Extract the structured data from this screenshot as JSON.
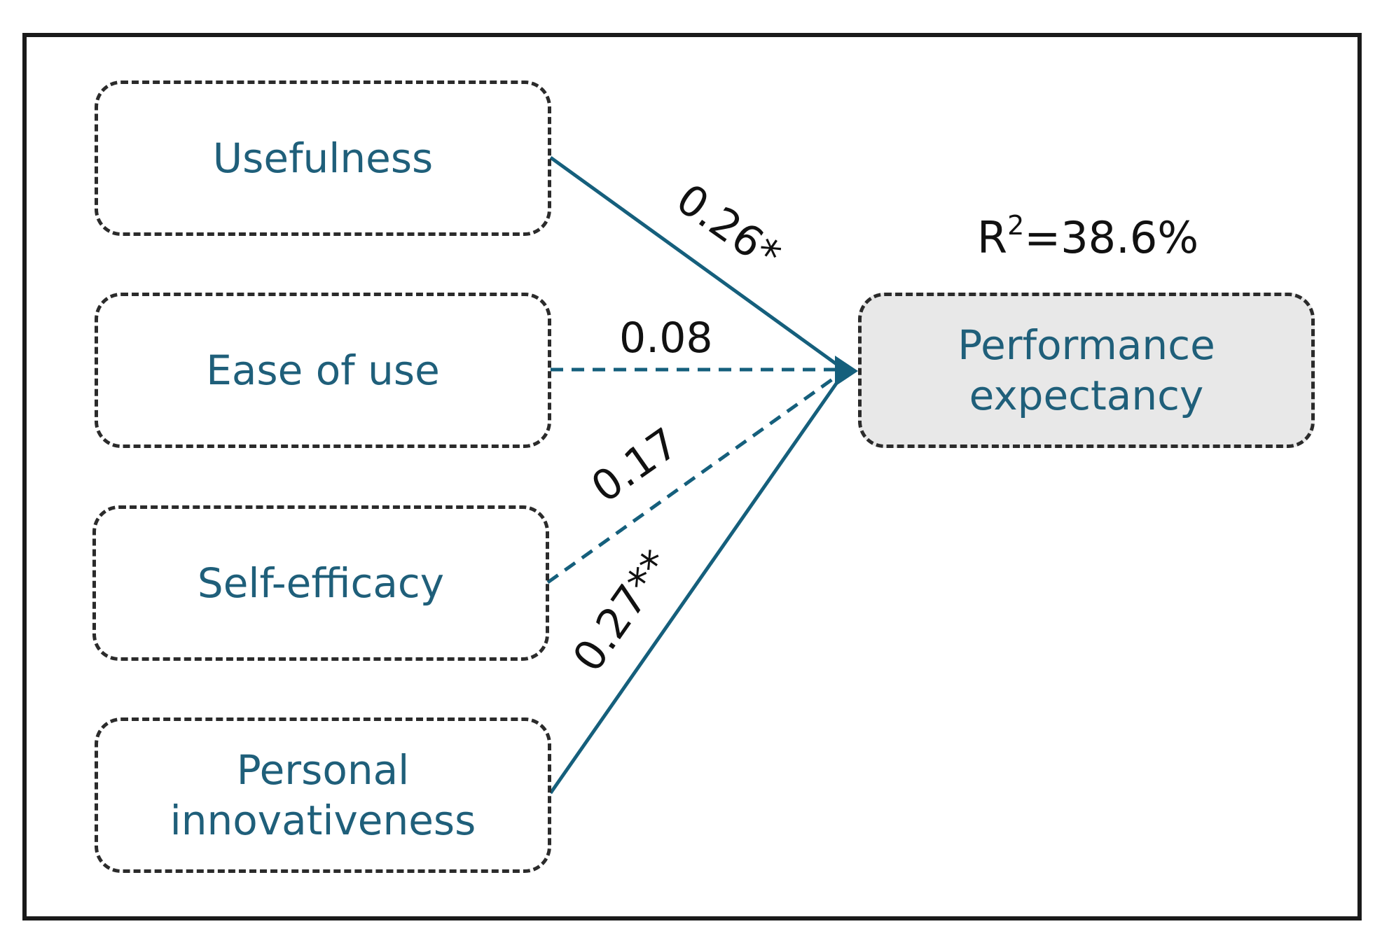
{
  "colors": {
    "path": "#155f7c",
    "node_text": "#1f5f7a",
    "border": "#2b2b2b",
    "target_fill": "#e8e8e8"
  },
  "nodes": {
    "usefulness": "Usefulness",
    "ease_of_use": "Ease of use",
    "self_efficacy": "Self-efficacy",
    "personal_innovativeness": [
      "Personal",
      "innovativeness"
    ],
    "performance_expectancy": [
      "Performance",
      "expectancy"
    ]
  },
  "paths": [
    {
      "from": "usefulness",
      "to": "performance_expectancy",
      "coefficient": "0.26*",
      "significant": true
    },
    {
      "from": "ease_of_use",
      "to": "performance_expectancy",
      "coefficient": "0.08",
      "significant": false
    },
    {
      "from": "self_efficacy",
      "to": "performance_expectancy",
      "coefficient": "0.17",
      "significant": false
    },
    {
      "from": "personal_innovativeness",
      "to": "performance_expectancy",
      "coefficient": "0.27**",
      "significant": true
    }
  ],
  "r_squared": {
    "label": "R",
    "sup": "2",
    "value": "=38.6%"
  }
}
